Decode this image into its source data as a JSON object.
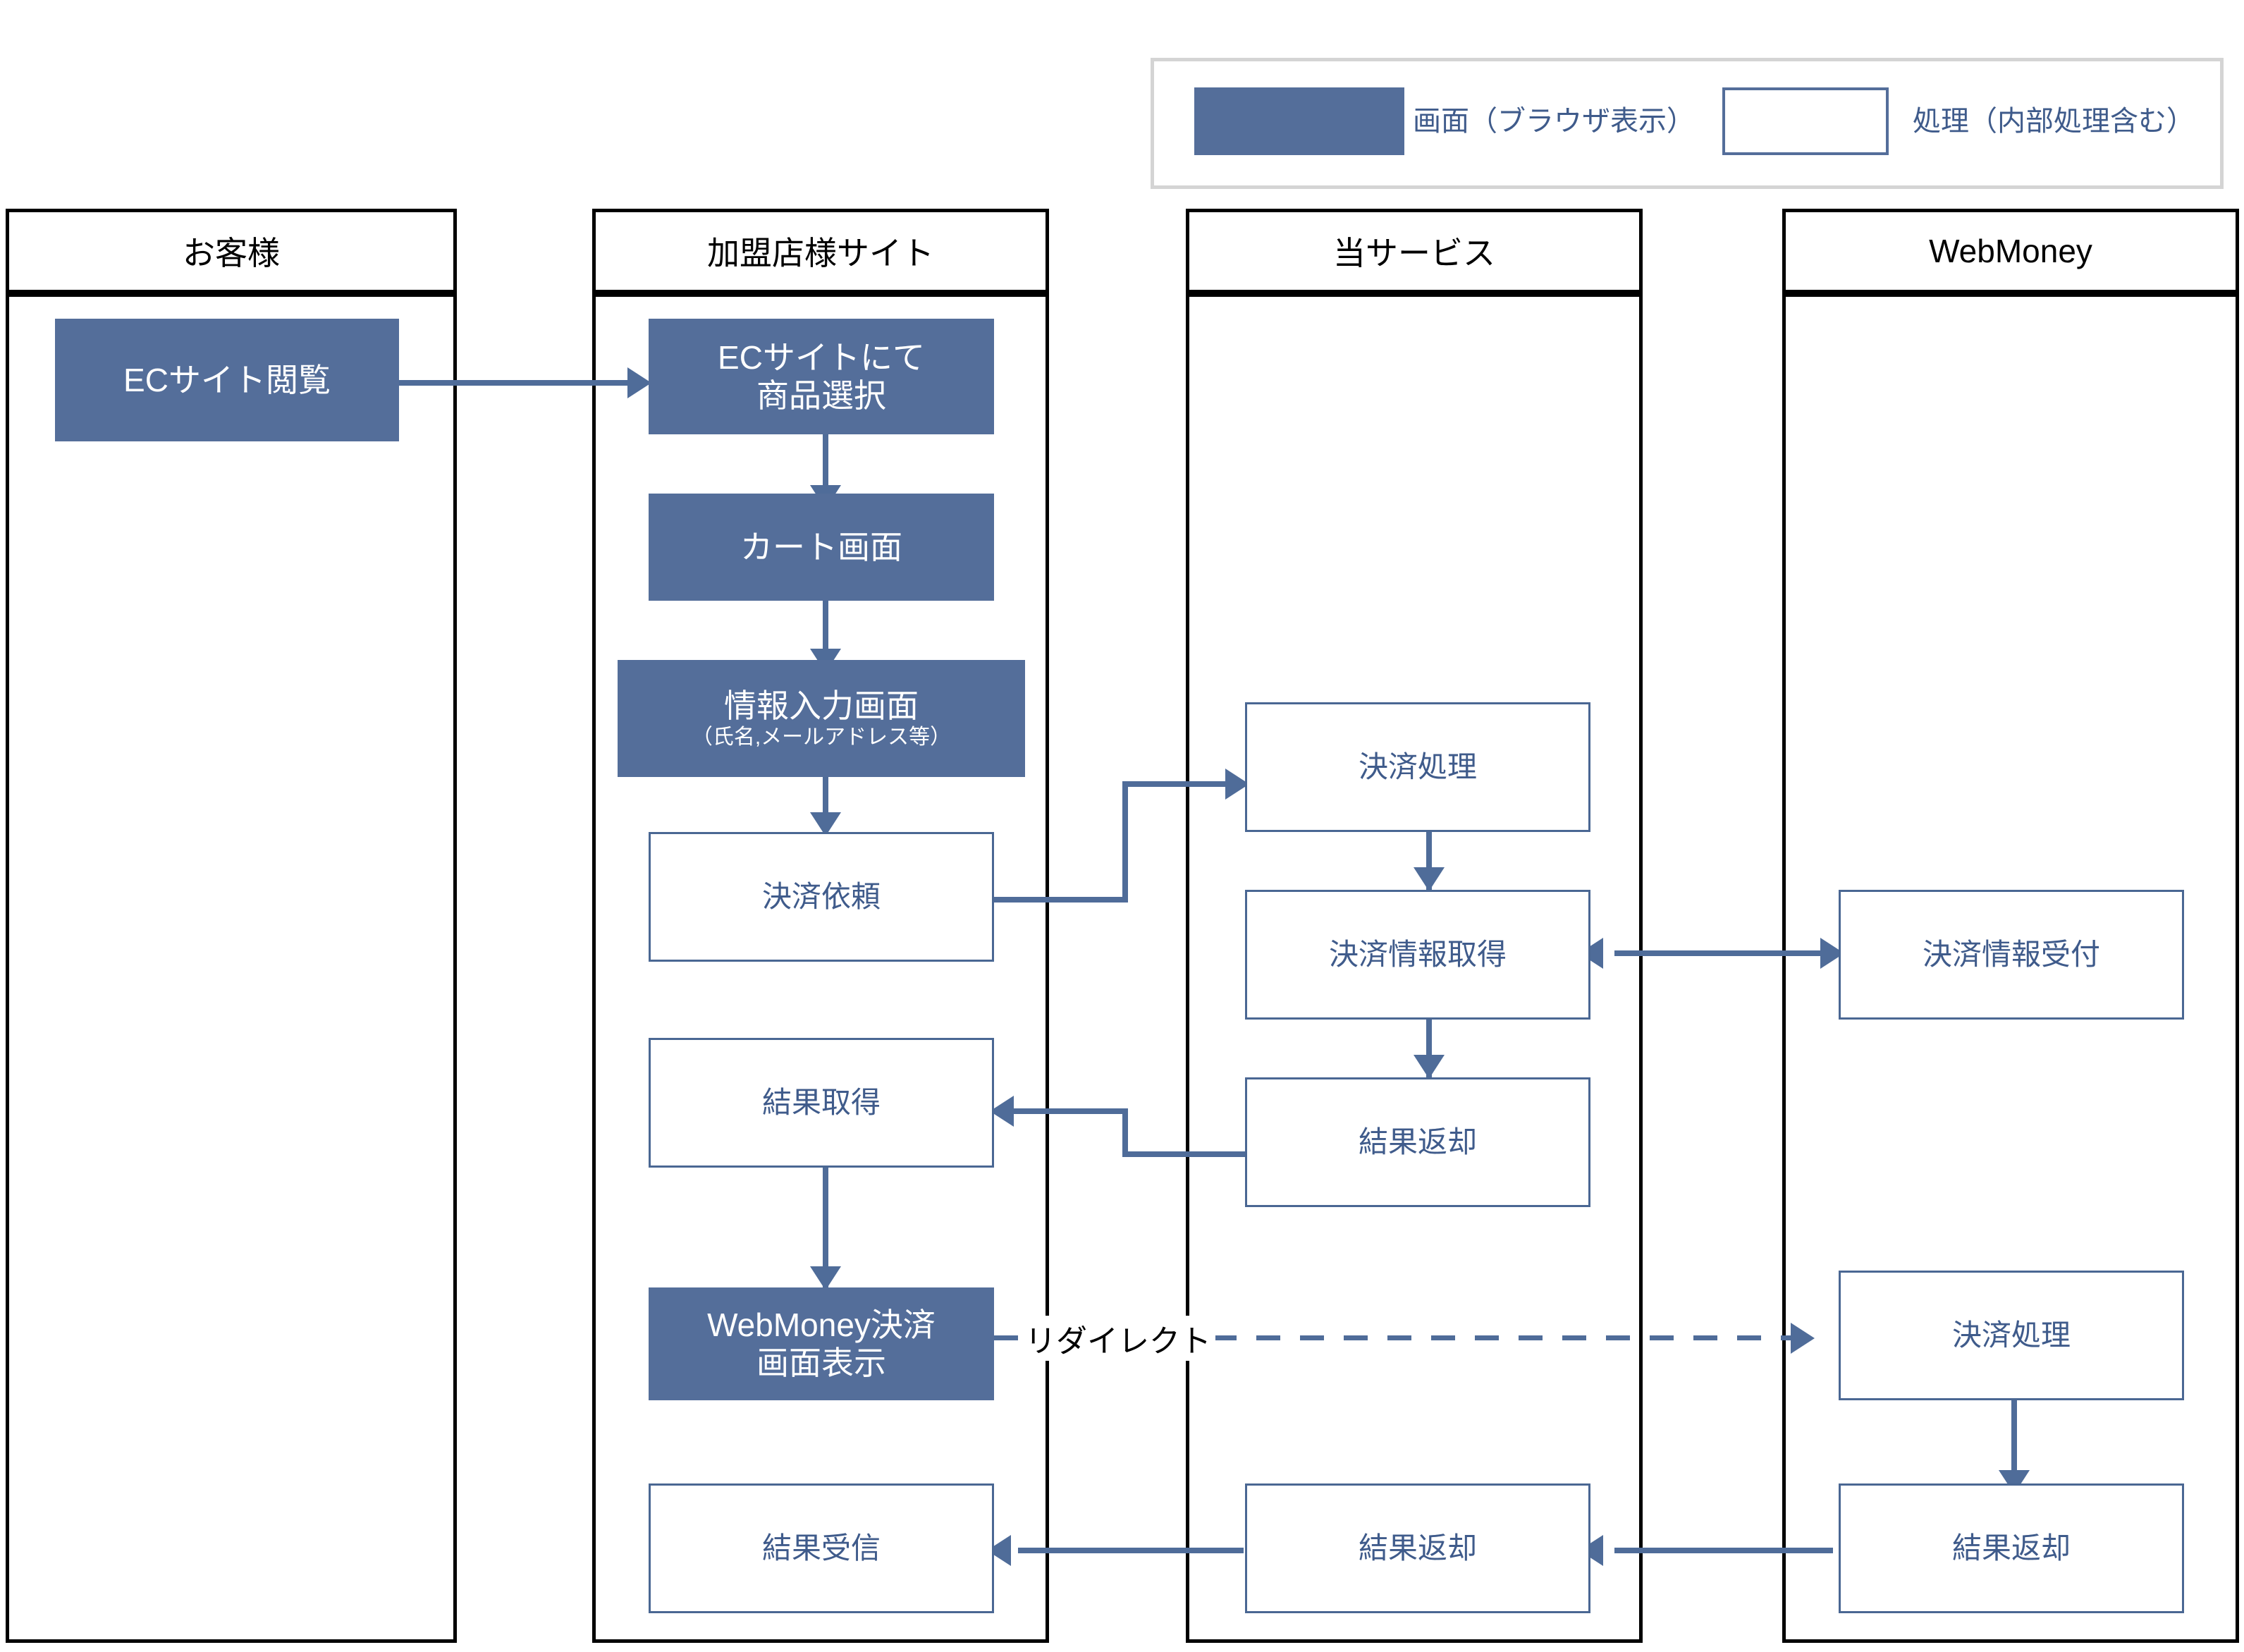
{
  "legend": {
    "screen_label": "画面（ブラウザ表示）",
    "process_label": "処理（内部処理含む）"
  },
  "lanes": [
    {
      "id": "customer",
      "title": "お客様"
    },
    {
      "id": "merchant",
      "title": "加盟店様サイト"
    },
    {
      "id": "service",
      "title": "当サービス"
    },
    {
      "id": "webmoney",
      "title": "WebMoney"
    }
  ],
  "nodes": {
    "ec_browse": {
      "label": "ECサイト閲覧",
      "type": "screen",
      "lane": "customer"
    },
    "ec_select": {
      "label": "ECサイトにて",
      "label2": "商品選択",
      "type": "screen",
      "lane": "merchant"
    },
    "cart": {
      "label": "カート画面",
      "type": "screen",
      "lane": "merchant"
    },
    "info_input": {
      "label": "情報入力画面",
      "sub": "（氏名,メールアドレス等）",
      "type": "screen",
      "lane": "merchant"
    },
    "pay_request": {
      "label": "決済依頼",
      "type": "process",
      "lane": "merchant"
    },
    "result_get": {
      "label": "結果取得",
      "type": "process",
      "lane": "merchant"
    },
    "wm_screen": {
      "label": "WebMoney決済",
      "label2": "画面表示",
      "type": "screen",
      "lane": "merchant"
    },
    "result_receive": {
      "label": "結果受信",
      "type": "process",
      "lane": "merchant"
    },
    "svc_pay_proc": {
      "label": "決済処理",
      "type": "process",
      "lane": "service"
    },
    "svc_pay_info_get": {
      "label": "決済情報取得",
      "type": "process",
      "lane": "service"
    },
    "svc_result_ret": {
      "label": "結果返却",
      "type": "process",
      "lane": "service"
    },
    "svc_result_ret2": {
      "label": "結果返却",
      "type": "process",
      "lane": "service"
    },
    "wm_pay_info_recv": {
      "label": "決済情報受付",
      "type": "process",
      "lane": "webmoney"
    },
    "wm_pay_proc": {
      "label": "決済処理",
      "type": "process",
      "lane": "webmoney"
    },
    "wm_result_ret": {
      "label": "結果返却",
      "type": "process",
      "lane": "webmoney"
    }
  },
  "edges": {
    "redirect_label": "リダイレクト"
  },
  "colors": {
    "screen_fill": "#546E9A",
    "process_border": "#4A6793",
    "process_text": "#3F5B8B",
    "connector": "#4F6C99",
    "lane_border": "#000000",
    "legend_border": "#D4D4D4"
  }
}
